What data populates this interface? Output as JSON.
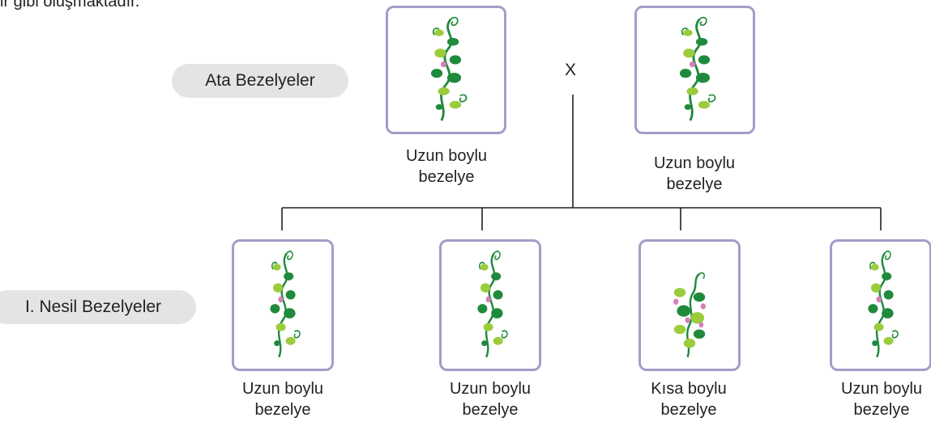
{
  "top_text": "ir gibi oluşmaktadır.",
  "labels": {
    "parents": "Ata Bezelyeler",
    "offspring": "I. Nesil Bezelyeler"
  },
  "cross_symbol": "X",
  "parents": [
    {
      "line1": "Uzun boylu",
      "line2": "bezelye",
      "plant": "tall-pea-plant-icon"
    },
    {
      "line1": "Uzun boylu",
      "line2": "bezelye",
      "plant": "tall-pea-plant-icon"
    }
  ],
  "offspring": [
    {
      "line1": "Uzun boylu",
      "line2": "bezelye",
      "plant": "tall-pea-plant-icon"
    },
    {
      "line1": "Uzun boylu",
      "line2": "bezelye",
      "plant": "tall-pea-plant-icon"
    },
    {
      "line1": "Kısa boylu",
      "line2": "bezelye",
      "plant": "short-pea-plant-icon"
    },
    {
      "line1": "Uzun boylu",
      "line2": "bezelye",
      "plant": "tall-pea-plant-icon"
    }
  ],
  "colors": {
    "card_border": "#a49cc9",
    "pill_bg": "#e3e4e5",
    "leaf_dark": "#1f8a3c",
    "leaf_light": "#9ccc3c",
    "flower": "#d47fb8",
    "line": "#231f20"
  }
}
